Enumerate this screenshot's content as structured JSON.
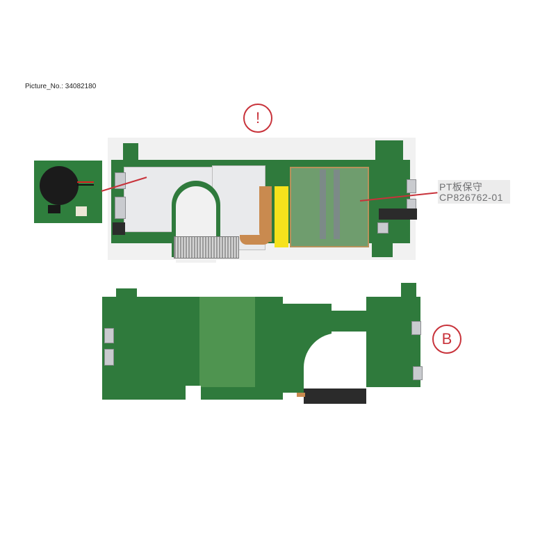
{
  "picture_number_label": "Picture_No.: 34082180",
  "callouts": {
    "a": {
      "symbol": "!",
      "color": "#c8323a"
    },
    "b": {
      "symbol": "B",
      "color": "#c8323a"
    }
  },
  "part_label": {
    "line1": "PT板保守",
    "line2": "CP826762-01"
  },
  "photos": {
    "top": "Motherboard top side with heat-sink shield, heat pipe, fin stack and RAM slots",
    "inset": "CMOS coin cell battery with red/black lead connector",
    "bottom": "Motherboard bottom side"
  },
  "colors": {
    "pcb_green": "#2f7a3c",
    "callout_red": "#c8323a",
    "label_grey": "#6f7072"
  }
}
